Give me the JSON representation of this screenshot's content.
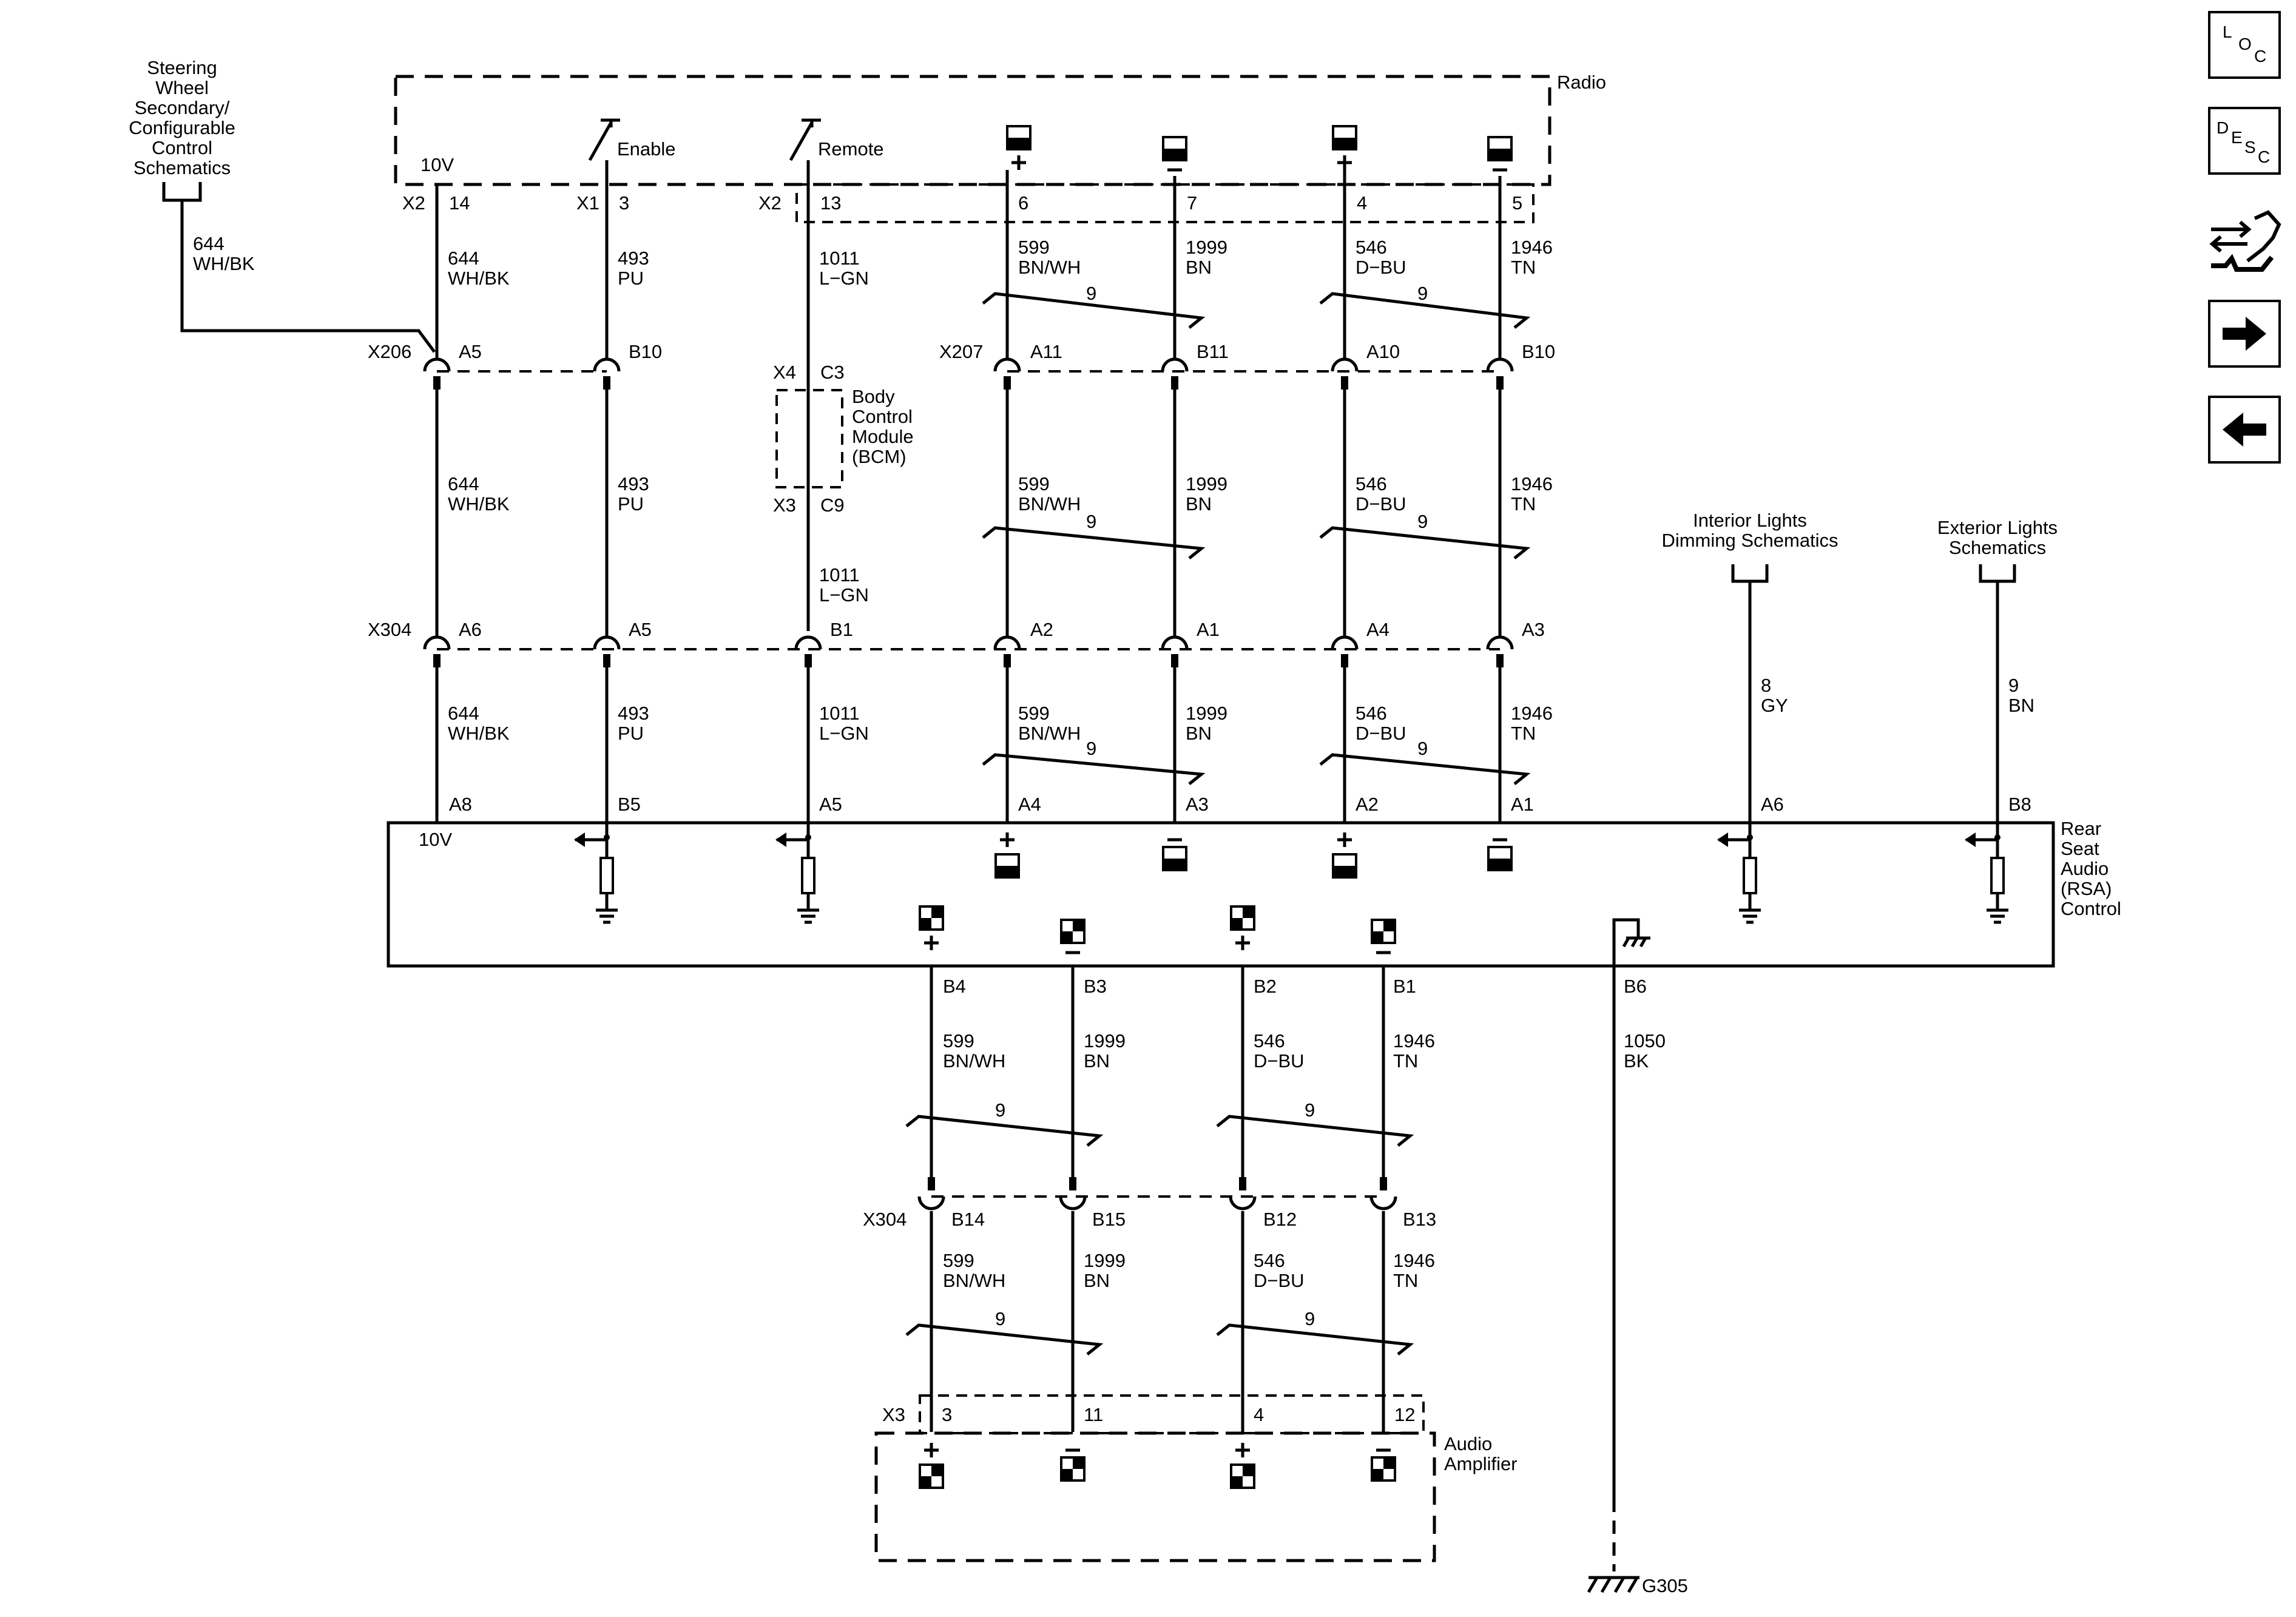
{
  "modules": {
    "radio": "Radio",
    "rsa": [
      "Rear",
      "Seat",
      "Audio",
      "(RSA)",
      "Control"
    ],
    "amplifier": [
      "Audio",
      "Amplifier"
    ],
    "bcm": [
      "Body",
      "Control",
      "Module",
      "(BCM)"
    ],
    "ground": "G305"
  },
  "references": {
    "steering_wheel": [
      "Steering",
      "Wheel",
      "Secondary/",
      "Configurable",
      "Control",
      "Schematics"
    ],
    "interior_lights": [
      "Interior Lights",
      "Dimming Schematics"
    ],
    "exterior_lights": [
      "Exterior Lights",
      "Schematics"
    ]
  },
  "radio_pins": {
    "ten_v": "10V",
    "enable": "Enable",
    "remote": "Remote",
    "connectors": [
      "X2",
      "X1",
      "X2"
    ],
    "numbers": [
      "14",
      "3",
      "13",
      "6",
      "7",
      "4",
      "5"
    ]
  },
  "inline_connectors": {
    "x206": "X206",
    "x207": "X207",
    "x304": "X304",
    "x4": "X4",
    "x3": "X3",
    "c3": "C3",
    "c9": "C9"
  },
  "pins_row1": [
    "A5",
    "B10",
    "A11",
    "B11",
    "A10",
    "B10"
  ],
  "pins_row2": [
    "A6",
    "A5",
    "B1",
    "A2",
    "A1",
    "A4",
    "A3"
  ],
  "pins_rsa_top": [
    "A8",
    "B5",
    "A5",
    "A4",
    "A3",
    "A2",
    "A1",
    "A6",
    "B8"
  ],
  "rsa_ten_v": "10V",
  "pins_rsa_bottom": [
    "B4",
    "B3",
    "B2",
    "B1",
    "B6"
  ],
  "pins_x304_lower": [
    "B14",
    "B15",
    "B12",
    "B13"
  ],
  "amp_connector": "X3",
  "amp_pins": [
    "3",
    "11",
    "4",
    "12"
  ],
  "wires": {
    "w644": [
      "644",
      "WH/BK"
    ],
    "w493": [
      "493",
      "PU"
    ],
    "w1011": [
      "1011",
      "L−GN"
    ],
    "w599": [
      "599",
      "BN/WH"
    ],
    "w1999": [
      "1999",
      "BN"
    ],
    "w546": [
      "546",
      "D−BU"
    ],
    "w1946": [
      "1946",
      "TN"
    ],
    "w8": [
      "8",
      "GY"
    ],
    "w9": [
      "9",
      "BN"
    ],
    "w1050": [
      "1050",
      "BK"
    ]
  },
  "twist_label": "9",
  "icons": [
    "loc-icon",
    "desc-icon",
    "connector-end-view-icon",
    "next-page-icon",
    "previous-page-icon"
  ],
  "nav": {
    "loc": [
      "L",
      "O",
      "C"
    ],
    "desc": [
      "D",
      "E",
      "S",
      "C"
    ]
  }
}
